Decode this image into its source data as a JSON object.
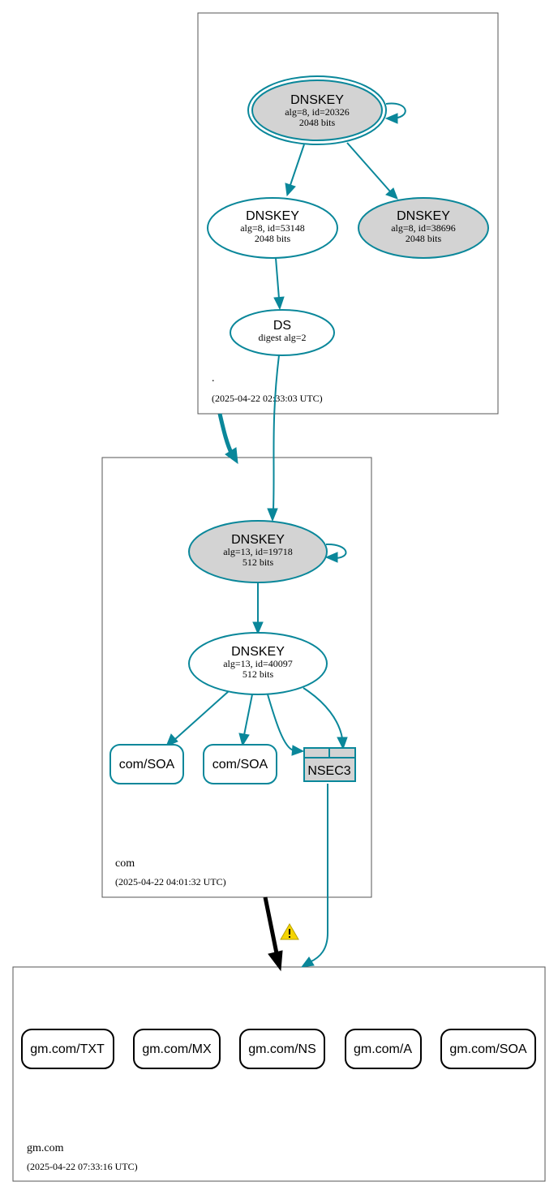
{
  "zones": {
    "root": {
      "name": ".",
      "timestamp": "(2025-04-22 02:33:03 UTC)"
    },
    "com": {
      "name": "com",
      "timestamp": "(2025-04-22 04:01:32 UTC)"
    },
    "gm": {
      "name": "gm.com",
      "timestamp": "(2025-04-22 07:33:16 UTC)"
    }
  },
  "nodes": {
    "root_ksk": {
      "title": "DNSKEY",
      "line1": "alg=8, id=20326",
      "line2": "2048 bits"
    },
    "root_zsk1": {
      "title": "DNSKEY",
      "line1": "alg=8, id=53148",
      "line2": "2048 bits"
    },
    "root_zsk2": {
      "title": "DNSKEY",
      "line1": "alg=8, id=38696",
      "line2": "2048 bits"
    },
    "com_ds": {
      "title": "DS",
      "line1": "digest alg=2"
    },
    "com_ksk": {
      "title": "DNSKEY",
      "line1": "alg=13, id=19718",
      "line2": "512 bits"
    },
    "com_zsk": {
      "title": "DNSKEY",
      "line1": "alg=13, id=40097",
      "line2": "512 bits"
    },
    "com_soa1": {
      "label": "com/SOA"
    },
    "com_soa2": {
      "label": "com/SOA"
    },
    "nsec3": {
      "label": "NSEC3"
    },
    "gm_txt": {
      "label": "gm.com/TXT"
    },
    "gm_mx": {
      "label": "gm.com/MX"
    },
    "gm_ns": {
      "label": "gm.com/NS"
    },
    "gm_a": {
      "label": "gm.com/A"
    },
    "gm_soa": {
      "label": "gm.com/SOA"
    }
  },
  "colors": {
    "edge": "#0a879a",
    "node_fill_gray": "#d3d3d3",
    "delegation_secure": "#0a879a",
    "delegation_insecure": "#000000",
    "warning": "#f5d400"
  },
  "icons": {
    "warning": "warning-icon"
  }
}
